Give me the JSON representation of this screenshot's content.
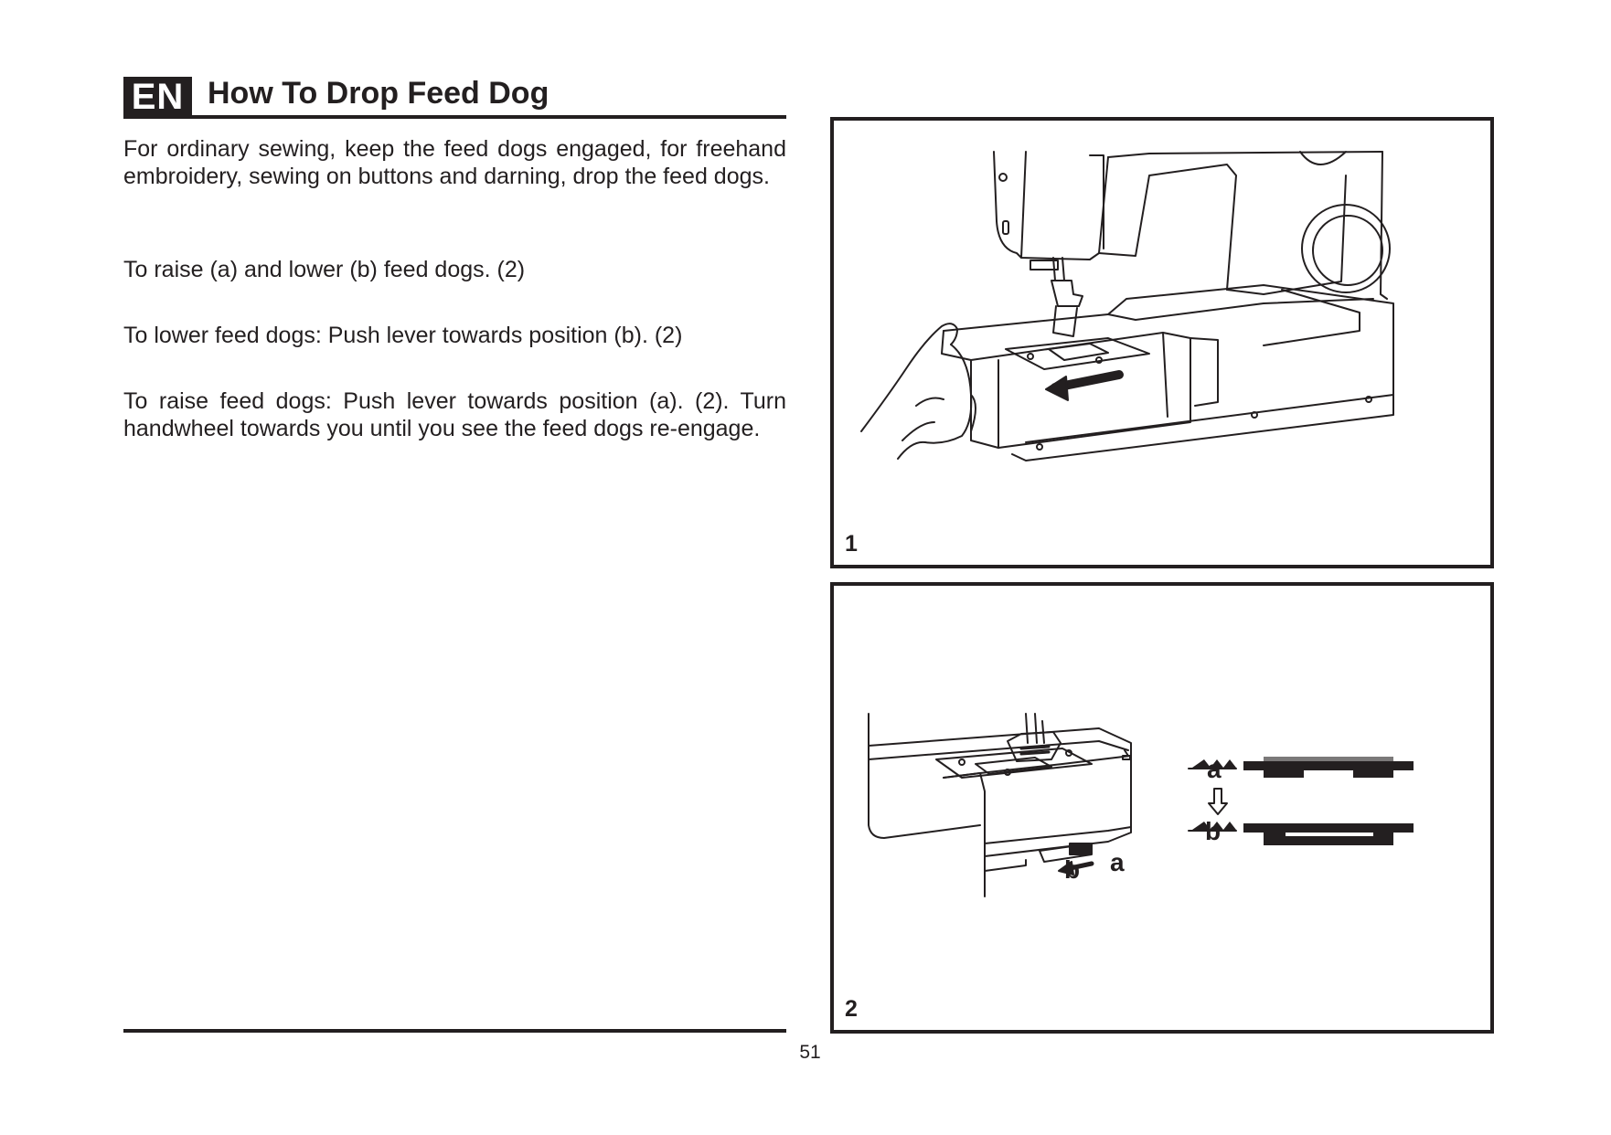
{
  "header": {
    "language_badge": "EN",
    "title": "How To Drop Feed Dog"
  },
  "paragraphs": [
    "For ordinary sewing, keep the feed dogs engaged, for freehand embroidery, sewing on buttons and darning, drop the feed dogs.",
    "To raise (a) and lower (b) feed dogs. (2)",
    "To lower feed dogs: Push lever towards position (b). (2)",
    "To raise feed dogs: Push lever towards position (a). (2). Turn handwheel towards you until you see the feed dogs re-engage."
  ],
  "figures": [
    {
      "number": "1"
    },
    {
      "number": "2",
      "labels": {
        "lever_b": "b",
        "lever_a": "a",
        "position_a": "a",
        "position_b": "b"
      }
    }
  ],
  "footer": {
    "page_number": "51"
  }
}
